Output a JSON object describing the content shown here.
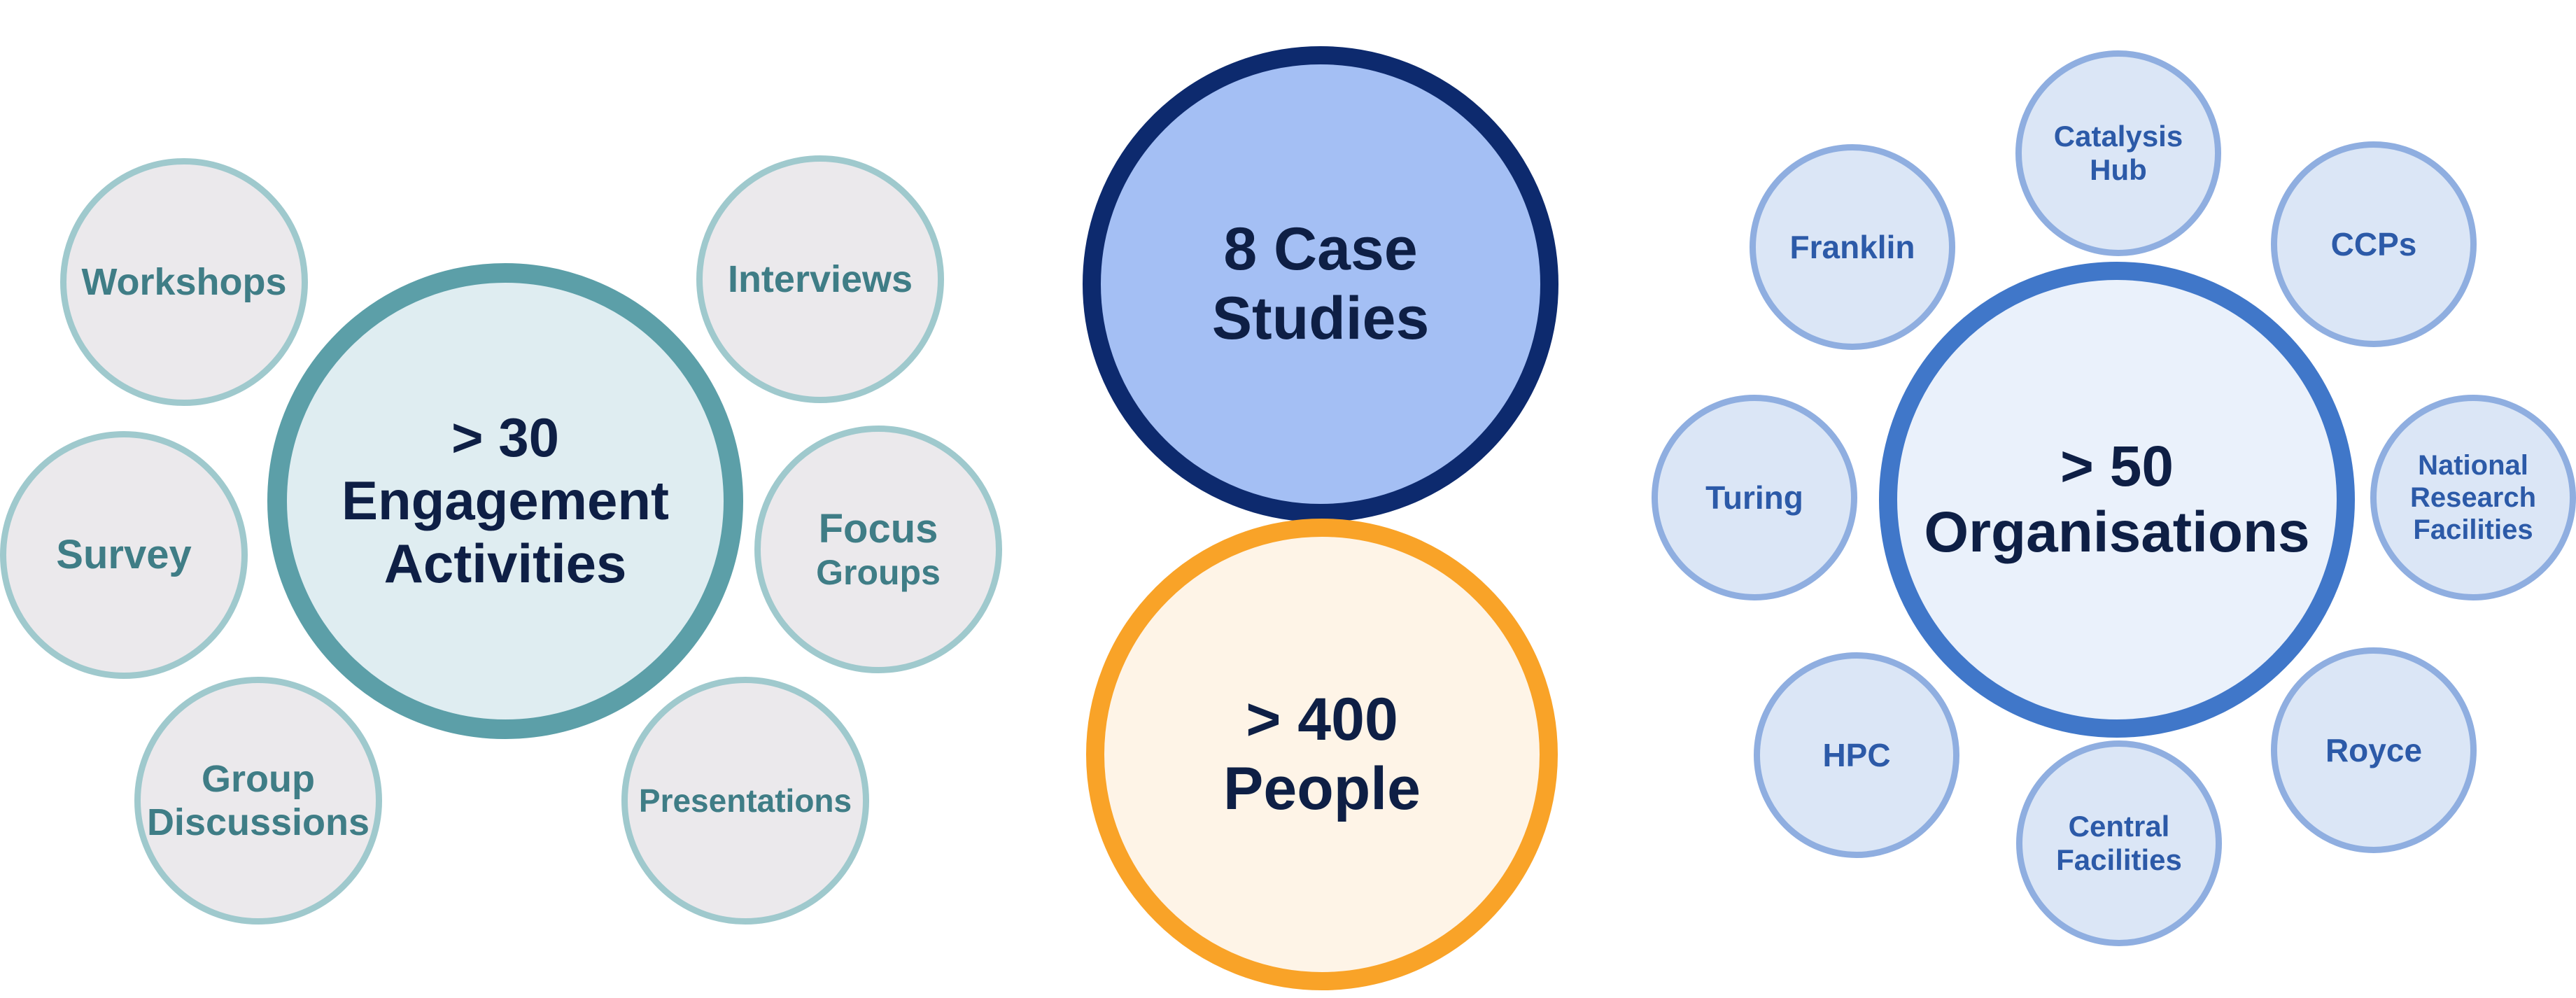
{
  "engagement": {
    "main": {
      "line1": "> 30",
      "line2": "Engagement",
      "line3": "Activities"
    },
    "satellites": {
      "workshops": "Workshops",
      "interviews": "Interviews",
      "survey": "Survey",
      "focus_line1": "Focus",
      "focus_line2": "Groups",
      "group_line1": "Group",
      "group_line2": "Discussions",
      "presentations": "Presentations"
    }
  },
  "case_studies": {
    "line1": "8 Case",
    "line2": "Studies"
  },
  "people": {
    "line1": "> 400",
    "line2": "People"
  },
  "organisations": {
    "main": {
      "line1": "> 50",
      "line2": "Organisations"
    },
    "satellites": {
      "catalysis_hub": "Catalysis Hub",
      "franklin": "Franklin",
      "ccps": "CCPs",
      "turing": "Turing",
      "nrf_line1": "National",
      "nrf_line2": "Research",
      "nrf_line3": "Facilities",
      "hpc": "HPC",
      "royce": "Royce",
      "central_line1": "Central",
      "central_line2": "Facilities"
    }
  },
  "colors": {
    "engagement_border": "#5c9fa8",
    "engagement_fill": "#dfedf1",
    "case_border": "#0d2a6e",
    "case_fill": "#a4bff4",
    "people_border": "#f9a328",
    "people_fill": "#fef4e7",
    "org_border": "#4077c9",
    "org_fill": "#eaf1fb",
    "text_dark": "#0e1f45"
  }
}
